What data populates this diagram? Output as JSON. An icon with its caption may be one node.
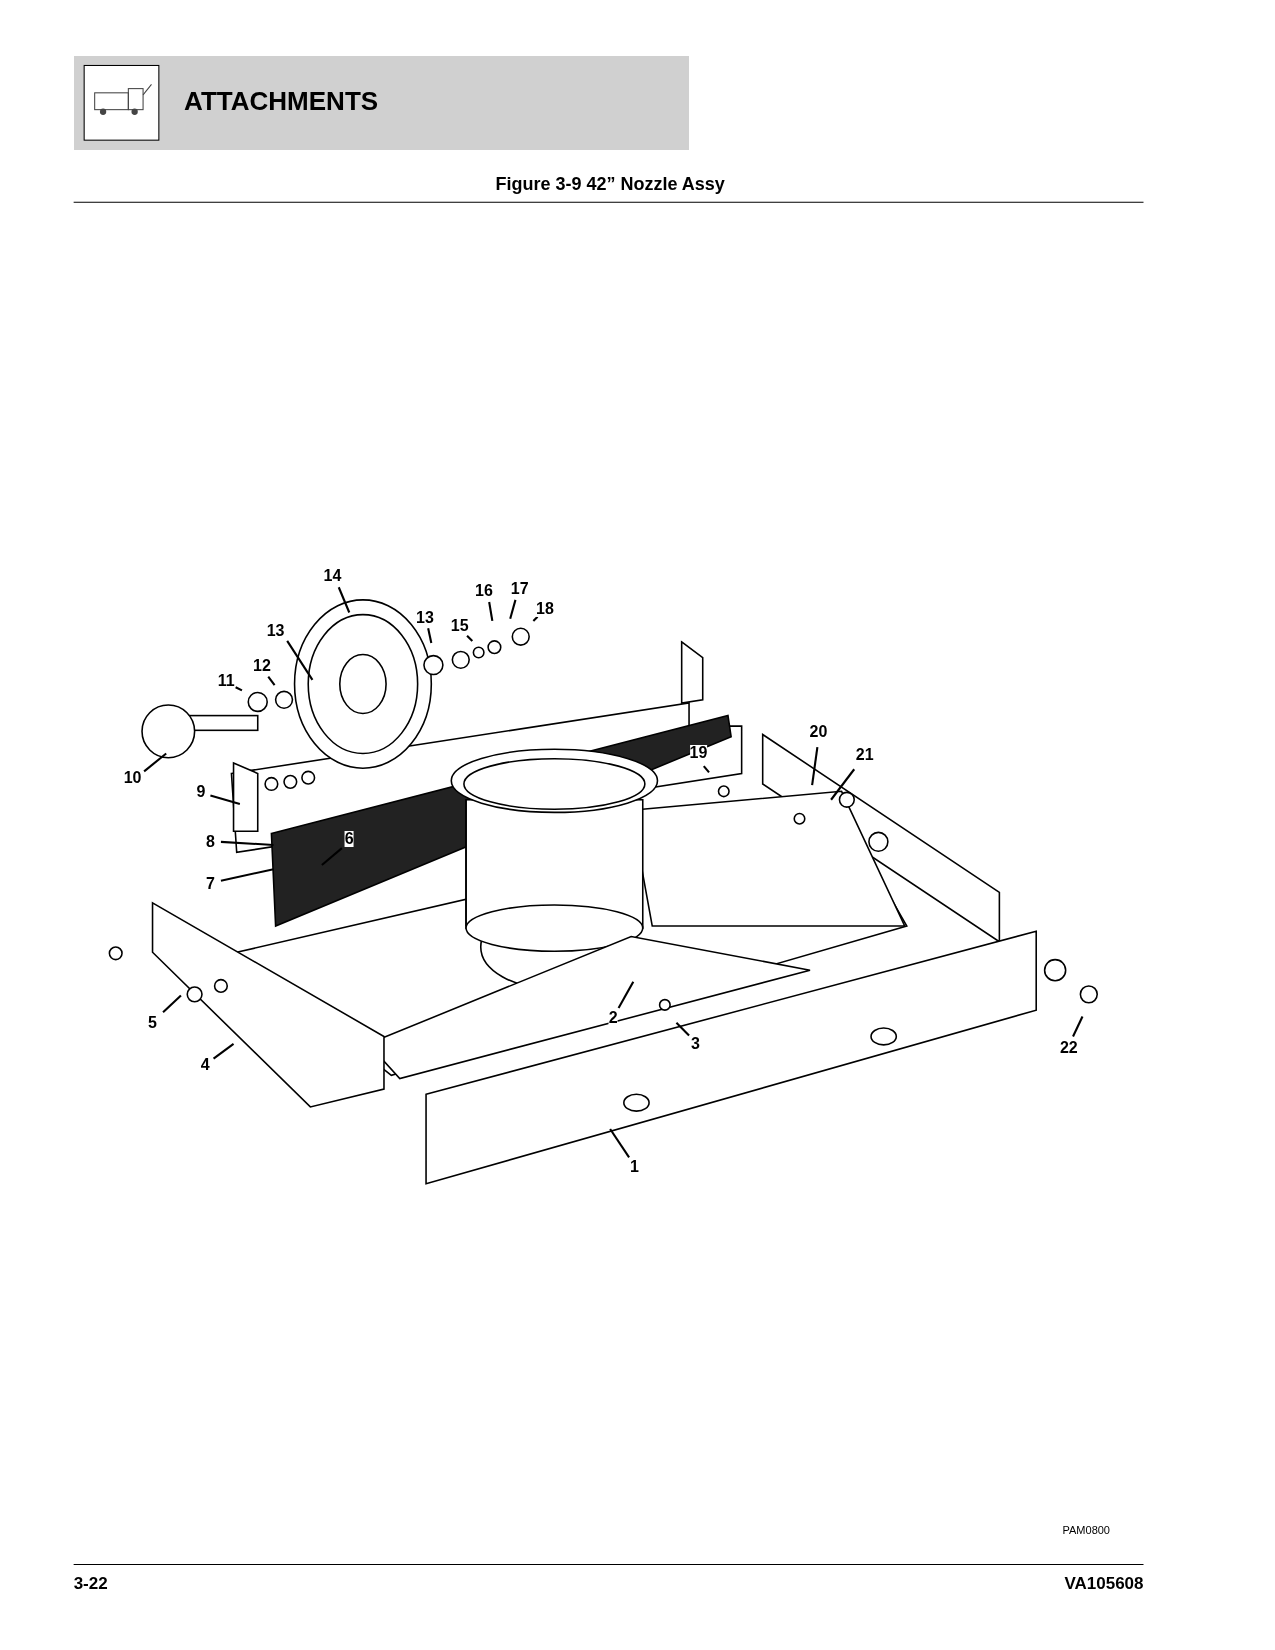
{
  "diagram": {
    "title": "ATTACHMENTS",
    "caption": "Figure 3-9 42” Nozzle Assy",
    "nodes": [
      {
        "text": [
          "14"
        ]
      },
      {
        "text": [
          "16"
        ]
      },
      {
        "text": [
          "17"
        ]
      },
      {
        "text": [
          "18"
        ]
      },
      {
        "text": [
          "13"
        ]
      },
      {
        "text": [
          "15"
        ]
      },
      {
        "text": [
          "13"
        ]
      },
      {
        "text": [
          "12"
        ]
      },
      {
        "text": [
          "11"
        ]
      },
      {
        "text": [
          "19"
        ]
      },
      {
        "text": [
          "20"
        ]
      },
      {
        "text": [
          "21"
        ]
      },
      {
        "text": [
          "10"
        ]
      },
      {
        "text": [
          "9"
        ]
      },
      {
        "text": [
          "8"
        ]
      },
      {
        "text": [
          "6"
        ]
      },
      {
        "text": [
          "7"
        ]
      },
      {
        "text": [
          "2"
        ]
      },
      {
        "text": [
          "5"
        ]
      },
      {
        "text": [
          "3"
        ]
      },
      {
        "text": [
          "22"
        ]
      },
      {
        "text": [
          "4"
        ]
      },
      {
        "text": [
          "1"
        ]
      }
    ],
    "edges": [
      {
        "from": 0,
        "to": null,
        "arrow": "none"
      },
      {
        "from": 1,
        "to": null,
        "arrow": "none"
      },
      {
        "from": 2,
        "to": null,
        "arrow": "none"
      },
      {
        "from": 3,
        "to": null,
        "arrow": "none"
      },
      {
        "from": 4,
        "to": null,
        "arrow": "none"
      },
      {
        "from": 5,
        "to": null,
        "arrow": "none"
      },
      {
        "from": 6,
        "to": null,
        "arrow": "none"
      },
      {
        "from": 7,
        "to": null,
        "arrow": "none"
      },
      {
        "from": 8,
        "to": null,
        "arrow": "none"
      },
      {
        "from": 9,
        "to": null,
        "arrow": "none"
      },
      {
        "from": 10,
        "to": null,
        "arrow": "none"
      },
      {
        "from": 11,
        "to": null,
        "arrow": "none"
      },
      {
        "from": 12,
        "to": null,
        "arrow": "none"
      },
      {
        "from": 13,
        "to": null,
        "arrow": "none"
      },
      {
        "from": 14,
        "to": null,
        "arrow": "none"
      },
      {
        "from": 15,
        "to": null,
        "arrow": "none"
      },
      {
        "from": 16,
        "to": null,
        "arrow": "none"
      },
      {
        "from": 17,
        "to": null,
        "arrow": "none"
      },
      {
        "from": 18,
        "to": null,
        "arrow": "none"
      },
      {
        "from": 19,
        "to": null,
        "arrow": "none"
      },
      {
        "from": 20,
        "to": null,
        "arrow": "none"
      },
      {
        "from": 21,
        "to": null,
        "arrow": "none"
      },
      {
        "from": 22,
        "to": null,
        "arrow": "none"
      }
    ],
    "labels": [
      "PAM0800",
      "3-22",
      "VA105608"
    ]
  }
}
